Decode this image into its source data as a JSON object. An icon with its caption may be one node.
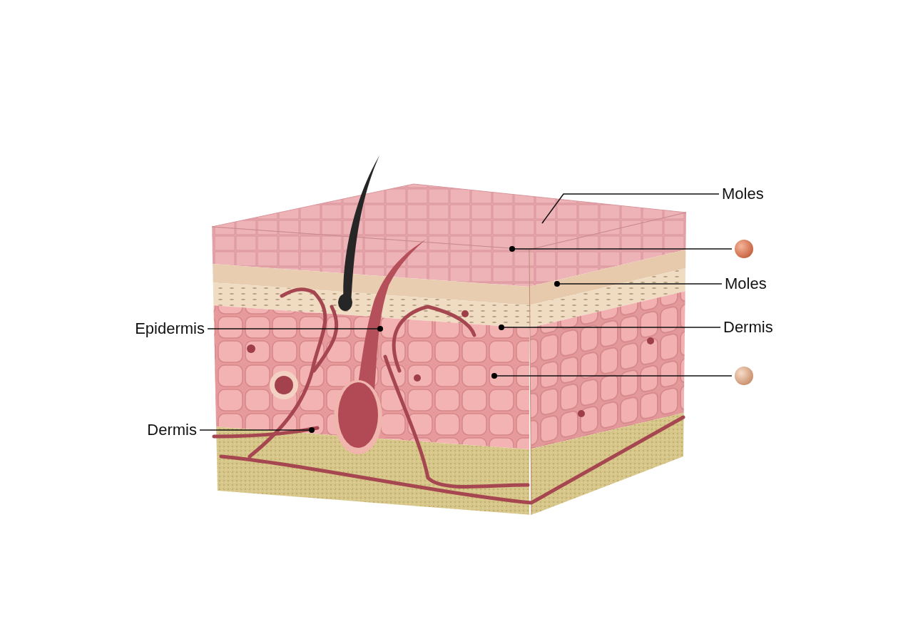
{
  "diagram": {
    "nodes": [
      {
        "text": [
          "Moles"
        ]
      },
      {
        "text": [],
        "shape": "circle"
      },
      {
        "text": [
          "Moles"
        ]
      },
      {
        "text": [
          "Epidermis"
        ]
      },
      {
        "text": [
          "Dermis"
        ]
      },
      {
        "text": [],
        "shape": "circle"
      },
      {
        "text": [
          "Dermis"
        ]
      }
    ],
    "edges": [
      {
        "from": 0,
        "to": null,
        "arrow": "none"
      },
      {
        "from": 1,
        "to": null,
        "arrow": "other"
      },
      {
        "from": 2,
        "to": null,
        "arrow": "other"
      },
      {
        "from": 3,
        "to": null,
        "arrow": "other"
      },
      {
        "from": 4,
        "to": null,
        "arrow": "other"
      },
      {
        "from": 5,
        "to": null,
        "arrow": "other"
      },
      {
        "from": 6,
        "to": null,
        "arrow": "other"
      }
    ]
  }
}
